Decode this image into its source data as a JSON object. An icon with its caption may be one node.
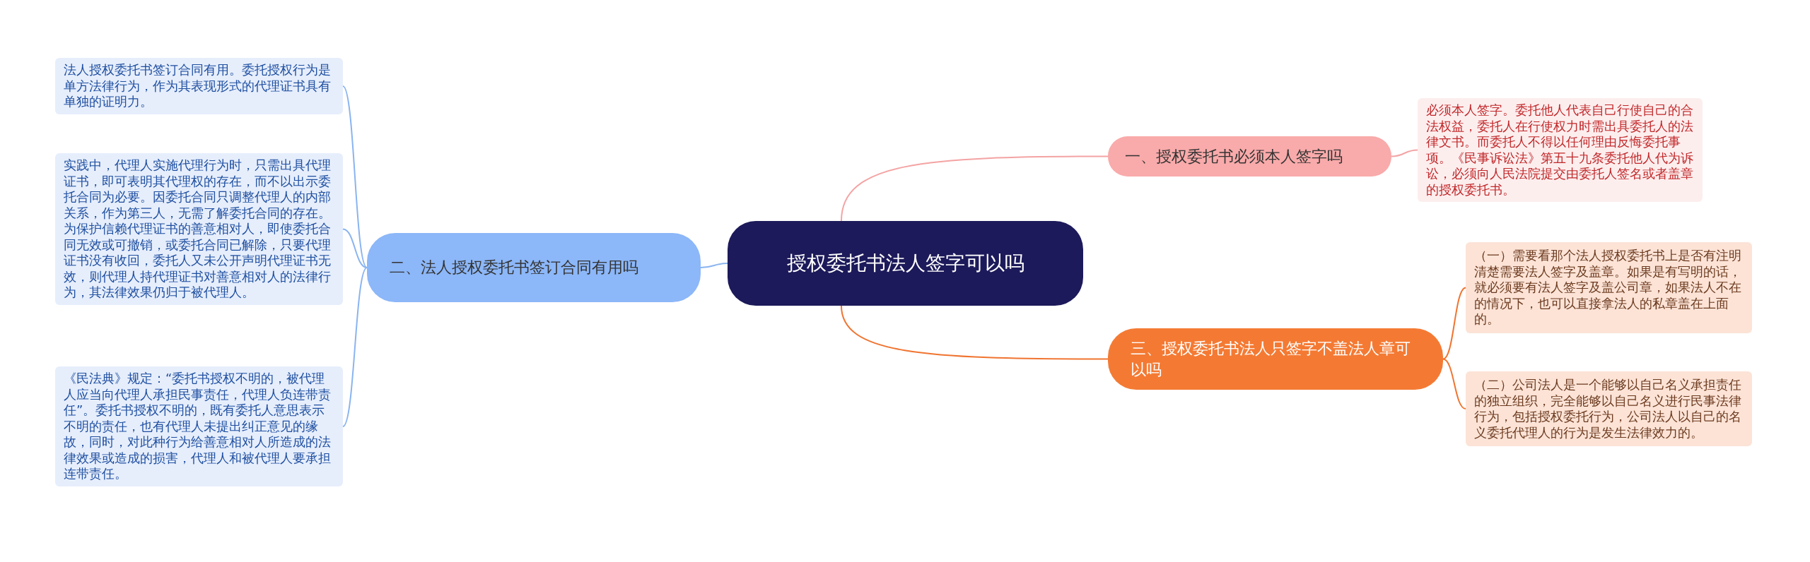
{
  "diagram": {
    "nodes": [
      {
        "text": [
          "授权委托书法人签字可以吗"
        ]
      },
      {
        "text": [
          "一、授权委托书必须本人签字吗"
        ]
      },
      {
        "text": [
          "必须本人签字。委托他人代表自己行使自己的合法权益，委托人在行使权力时需出具委托人的法律文书。而委托人不得以任何理由反悔委托事项。《民事诉讼法》第五十九条委托他人代为诉讼，必须向人民法院提交由委托人签名或者盖章的授权委托书。"
        ]
      },
      {
        "text": [
          "三、授权委托书法人只签字不盖法人章可以吗"
        ]
      },
      {
        "text": [
          "（一）需要看那个法人授权委托书上是否有注明清楚需要法人签字及盖章。如果是有写明的话，就必须要有法人签字及盖公司章，如果法人不在的情况下，也可以直接拿法人的私章盖在上面的。"
        ]
      },
      {
        "text": [
          "（二）公司法人是一个能够以自己名义承担责任的独立组织，完全能够以自己名义进行民事法律行为，包括授权委托行为，公司法人以自己的名义委托代理人的行为是发生法律效力的。"
        ]
      },
      {
        "text": [
          "二、法人授权委托书签订合同有用吗"
        ]
      },
      {
        "text": [
          "法人授权委托书签订合同有用。委托授权行为是单方法律行为，作为其表现形式的代理证书具有单独的证明力。"
        ]
      },
      {
        "text": [
          "实践中，代理人实施代理行为时，只需出具代理证书，即可表明其代理权的存在，而不以出示委托合同为必要。因委托合同只调整代理人的内部关系，作为第三人，无需了解委托合同的存在。为保护信赖代理证书的善意相对人，即使委托合同无效或可撤销，或委托合同已解除，只要代理证书没有收回，委托人又未公开声明代理证书无效，则代理人持代理证书对善意相对人的法律行为，其法律效果仍归于被代理人。"
        ]
      },
      {
        "text": [
          "《民法典》规定：“委托书授权不明的，被代理人应当向代理人承担民事责任，代理人负连带责任”。委托书授权不明的，既有委托人意思表示不明的责任，也有代理人未提出纠正意见的缘故，同时，对此种行为给善意相对人所造成的法律效果或造成的损害，代理人和被代理人要承担连带责任。"
        ]
      }
    ],
    "edges": [
      {
        "from": 0,
        "to": 1,
        "arrow": "none",
        "color": "#f4a3a3"
      },
      {
        "from": 1,
        "to": 2,
        "arrow": "none",
        "color": "#f4a3a3"
      },
      {
        "from": 0,
        "to": 3,
        "arrow": "none",
        "color": "#f07430"
      },
      {
        "from": 3,
        "to": 4,
        "arrow": "none",
        "color": "#f07430"
      },
      {
        "from": 3,
        "to": 5,
        "arrow": "none",
        "color": "#f07430"
      },
      {
        "from": 0,
        "to": 6,
        "arrow": "none",
        "color": "#8ab4f0"
      },
      {
        "from": 6,
        "to": 7,
        "arrow": "none",
        "color": "#8ab4f0"
      },
      {
        "from": 6,
        "to": 8,
        "arrow": "none",
        "color": "#8ab4f0"
      },
      {
        "from": 6,
        "to": 9,
        "arrow": "none",
        "color": "#8ab4f0"
      }
    ]
  }
}
